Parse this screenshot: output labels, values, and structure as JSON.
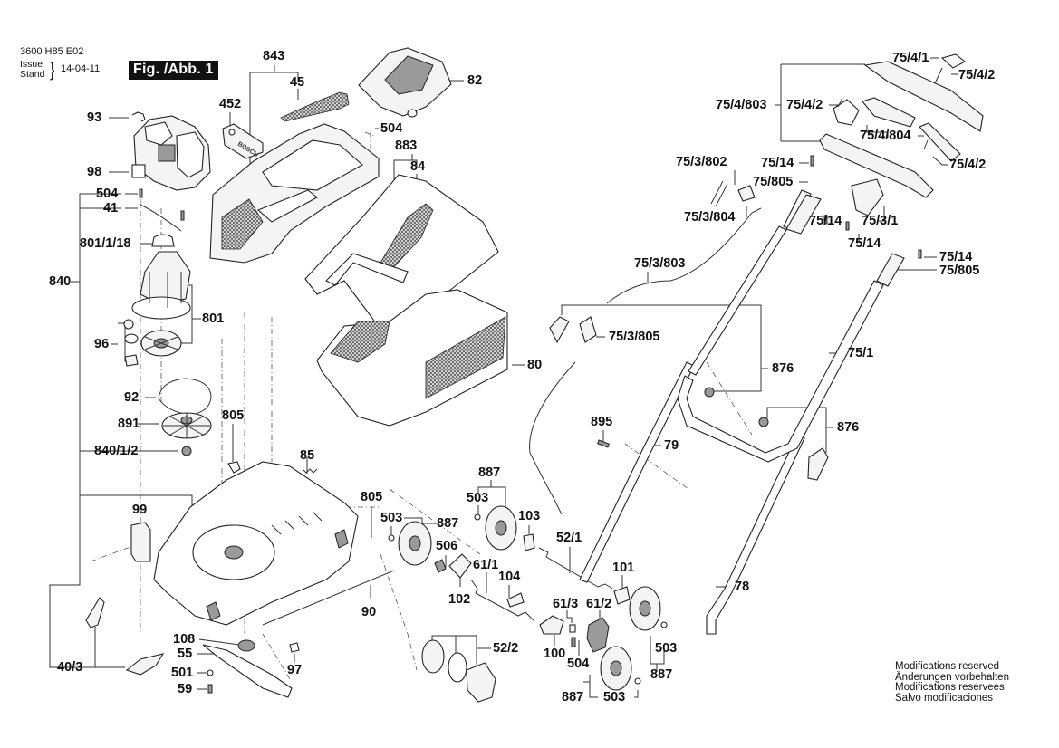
{
  "header": {
    "doc_number": "3600 H85 E02",
    "issue_label": "Issue",
    "stand_label": "Stand",
    "issue_date": "14-04-11",
    "figure_label": "Fig. /Abb. 1"
  },
  "parts": {
    "p93": "93",
    "p98": "98",
    "p504a": "504",
    "p41": "41",
    "p801_1_18": "801/1/18",
    "p840": "840",
    "p801": "801",
    "p96": "96",
    "p92": "92",
    "p891": "891",
    "p840_1_2": "840/1/2",
    "p805a": "805",
    "p99": "99",
    "p40_3": "40/3",
    "p108": "108",
    "p55": "55",
    "p501": "501",
    "p59": "59",
    "p97": "97",
    "p452": "452",
    "p843": "843",
    "p45": "45",
    "p82": "82",
    "p504b": "504",
    "p883": "883",
    "p84": "84",
    "p80": "80",
    "p85": "85",
    "p805b": "805",
    "p90": "90",
    "p503a": "503",
    "p887a": "887",
    "p506": "506",
    "p102": "102",
    "p61_1": "61/1",
    "p104": "104",
    "p887b": "887",
    "p503b": "503",
    "p103": "103",
    "p52_1": "52/1",
    "p101": "101",
    "p61_3": "61/3",
    "p61_2": "61/2",
    "p100": "100",
    "p504c": "504",
    "p52_2": "52/2",
    "p503c": "503",
    "p887c": "887",
    "p887d": "887",
    "p503d": "503",
    "p895": "895",
    "p79": "79",
    "p78": "78",
    "p876a": "876",
    "p876b": "876",
    "p75_1": "75/1",
    "p75_3_805": "75/3/805",
    "p75_3_803": "75/3/803",
    "p75_3_802": "75/3/802",
    "p75_3_804": "75/3/804",
    "p75_14a": "75/14",
    "p75_805a": "75/805",
    "p75_14b": "75/14",
    "p75_3_1": "75/3/1",
    "p75_14c": "75/14",
    "p75_14d": "75/14",
    "p75_805b": "75/805",
    "p75_4_803": "75/4/803",
    "p75_4_2a": "75/4/2",
    "p75_4_804": "75/4/804",
    "p75_4_2b": "75/4/2",
    "p75_4_1": "75/4/1",
    "p75_4_2c": "75/4/2"
  },
  "notes": [
    "Modifications reserved",
    "Änderungen vorbehalten",
    "Modifications reservees",
    "Salvo modificaciones"
  ],
  "brand_text": "BOSCH"
}
